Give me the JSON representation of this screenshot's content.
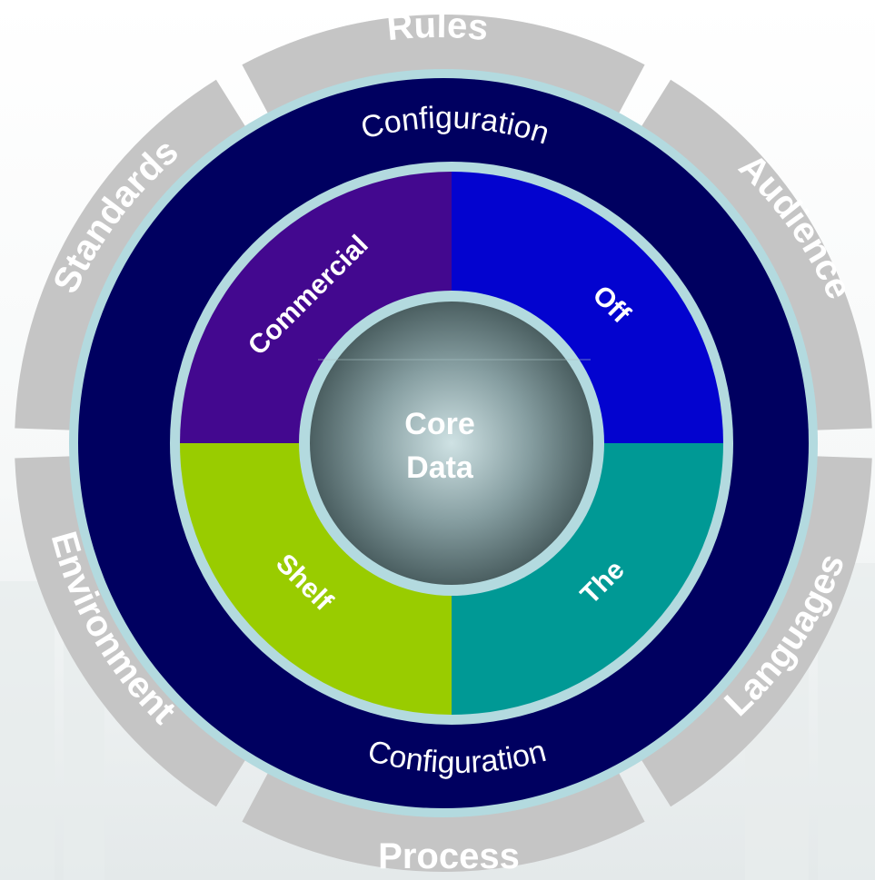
{
  "outer_ring": {
    "segments": [
      "Rules",
      "Audience",
      "Languages",
      "Process",
      "Environment",
      "Standards"
    ]
  },
  "config_ring": {
    "top_label": "Configuration",
    "bottom_label": "Configuration"
  },
  "quadrants": [
    {
      "label": "Commercial",
      "color": "#43088f"
    },
    {
      "label": "Off",
      "color": "#0303cf"
    },
    {
      "label": "The",
      "color": "#009995"
    },
    {
      "label": "Shelf",
      "color": "#99cc00"
    }
  ],
  "core": {
    "line1": "Core",
    "line2": "Data"
  },
  "colors": {
    "outer_segment": "#c5c5c5",
    "config_ring": "#000060",
    "ring_border": "#b3dadf",
    "core_center": "#c8dde0",
    "core_edge": "#4e6366"
  }
}
